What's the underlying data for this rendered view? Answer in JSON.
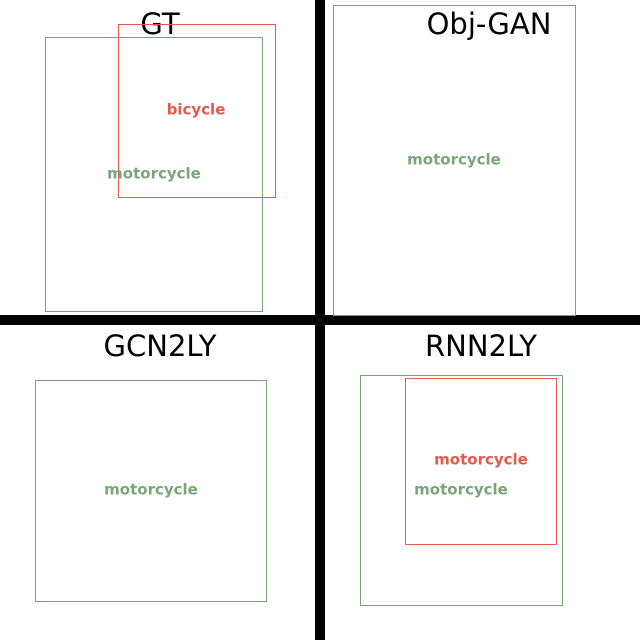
{
  "colors": {
    "background": "#ffffff",
    "divider": "#000000",
    "motorcycle": "#7aa57a",
    "bicycle": "#e35a4a"
  },
  "panels": {
    "gt": {
      "title": "GT",
      "labels": {
        "bicycle": "bicycle",
        "motorcycle": "motorcycle"
      }
    },
    "objgan": {
      "title": "Obj-GAN",
      "labels": {
        "motorcycle": "motorcycle"
      }
    },
    "gcn2ly": {
      "title": "GCN2LY",
      "labels": {
        "motorcycle": "motorcycle"
      }
    },
    "rnn2ly": {
      "title": "RNN2LY",
      "labels": {
        "motorcycle_red": "motorcycle",
        "motorcycle_green": "motorcycle"
      }
    }
  }
}
